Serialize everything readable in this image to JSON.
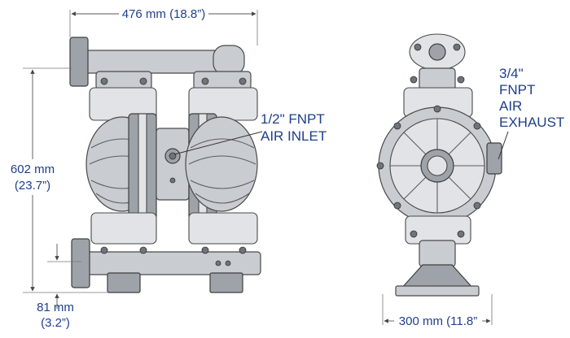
{
  "dimensions": {
    "width_front": "476 mm (18.8”)",
    "height_mm": "602 mm",
    "height_in": "(23.7”)",
    "base_mm": "81 mm",
    "base_in": "(3.2”)",
    "width_side": "300 mm (11.8”"
  },
  "callouts": {
    "air_inlet_line1": "1/2\" FNPT",
    "air_inlet_line2": "AIR INLET",
    "exhaust_line1": "3/4\"",
    "exhaust_line2": "FNPT",
    "exhaust_line3": "AIR",
    "exhaust_line4": "EXHAUST"
  },
  "colors": {
    "label_blue": "#1f3f8a",
    "body_gray": "#c9ccd0"
  }
}
